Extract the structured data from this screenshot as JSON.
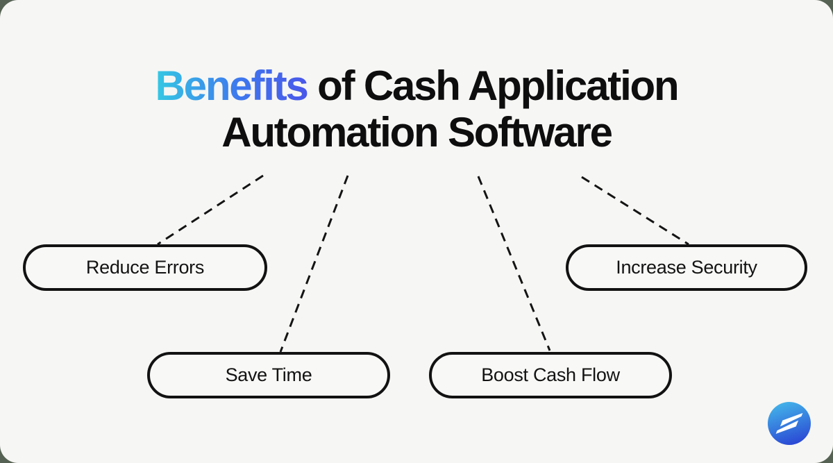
{
  "title": {
    "highlight": "Benefits",
    "line1_rest": " of Cash Application",
    "line2": "Automation Software"
  },
  "benefits": [
    {
      "label": "Reduce Errors"
    },
    {
      "label": "Save Time"
    },
    {
      "label": "Boost Cash Flow"
    },
    {
      "label": "Increase Security"
    }
  ],
  "colors": {
    "card_background": "#F6F6F4",
    "outer_background": "#566253",
    "title_text": "#0E0E0F",
    "title_highlight_gradient_start": "#35C8E3",
    "title_highlight_gradient_end": "#4A57E9",
    "pill_border": "#121212",
    "pill_fill": "#F8F8F6",
    "connector": "#141414",
    "logo_gradient_start": "#43B3E9",
    "logo_gradient_end": "#2A46D4",
    "logo_bolt": "#FFFFFF"
  },
  "logo": {
    "name": "lightning-bolt-mark"
  }
}
